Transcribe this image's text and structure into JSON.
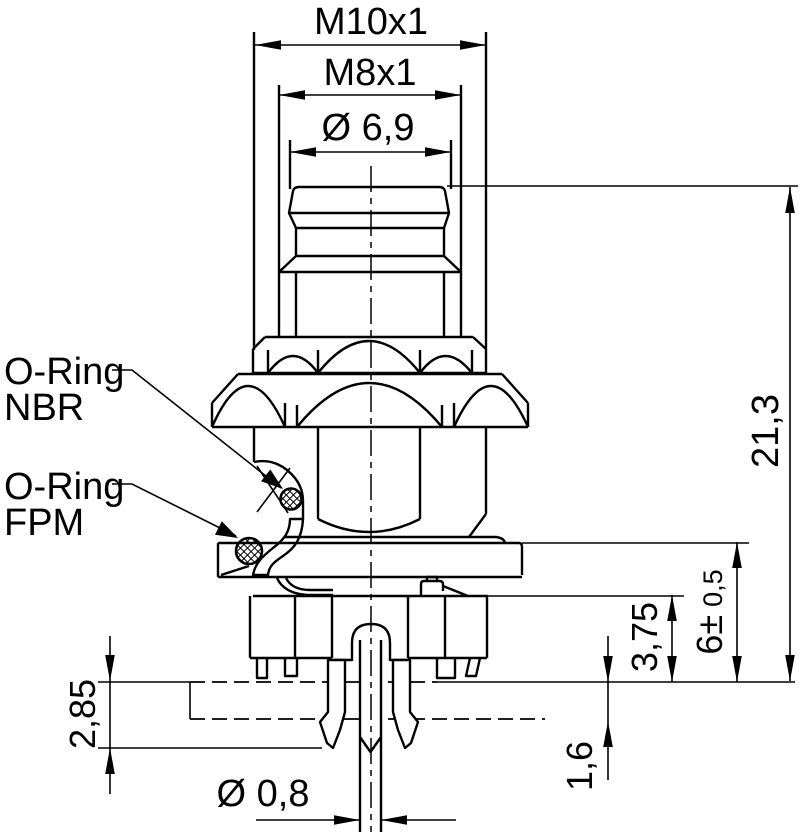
{
  "drawing": {
    "colors": {
      "line": "#000000",
      "background": "#ffffff"
    },
    "dimensions": {
      "m10": "M10x1",
      "m8": "M8x1",
      "dia_plug": "Ø 6,9",
      "total_height": "21,3",
      "flange_height_nominal": "6±",
      "flange_height_tolerance": "0,5",
      "body_height": "3,75",
      "panel_thickness": "1,6",
      "pin_protrusion": "2,85",
      "dia_pin": "Ø 0,8"
    },
    "callouts": {
      "oring_nbr": {
        "line1": "O-Ring",
        "line2": "NBR"
      },
      "oring_fpm": {
        "line1": "O-Ring",
        "line2": "FPM"
      }
    }
  }
}
